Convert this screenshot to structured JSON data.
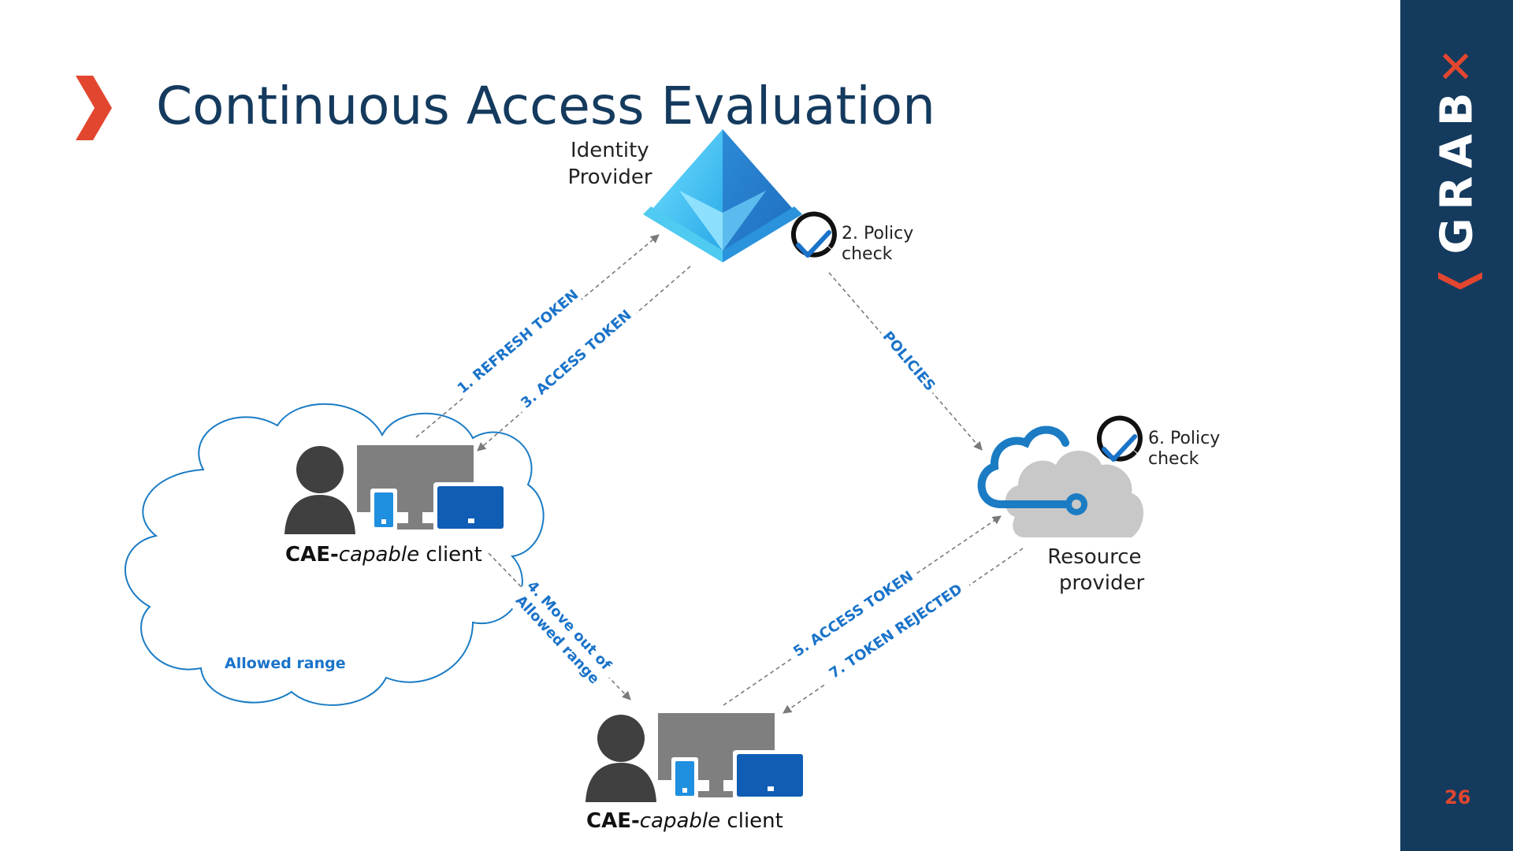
{
  "slide": {
    "title": "Continuous Access Evaluation",
    "page_number": "26",
    "brand": "GRAB"
  },
  "diagram": {
    "identity_provider_label": [
      "Identity",
      "Provider"
    ],
    "policy_check_idp": [
      "2. Policy",
      "check"
    ],
    "policy_check_resource": [
      "6. Policy",
      "check"
    ],
    "resource_provider_label": [
      "Resource",
      "provider"
    ],
    "client_label": {
      "prefix": "CAE-",
      "italic": "capable",
      "suffix": " client"
    },
    "allowed_range": "Allowed range",
    "arrows": {
      "refresh_token": "1. REFRESH TOKEN",
      "access_token_3": "3. ACCESS TOKEN",
      "policies": "POLICIES",
      "move_out": [
        "4. Move out of",
        "Allowed range"
      ],
      "access_token_5": "5. ACCESS TOKEN",
      "token_rejected": "7. TOKEN REJECTED"
    }
  },
  "colors": {
    "navy": "#143a5e",
    "accent_red": "#e2462f",
    "blue_text": "#1a73c9",
    "cloud_outline": "#1b7cc4",
    "device_gray": "#7f7f7f",
    "person_dark": "#404040"
  }
}
